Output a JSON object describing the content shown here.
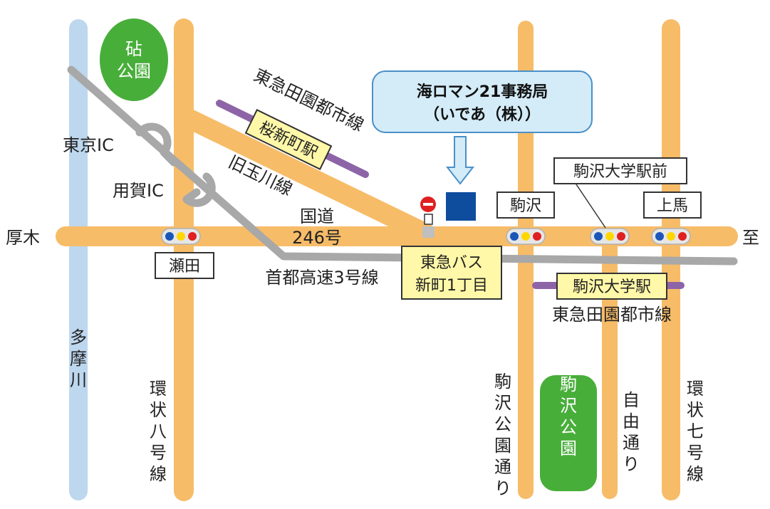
{
  "colors": {
    "road": "#F7BC68",
    "river": "#BDD7EE",
    "expressway": "#A8A8A8",
    "railway": "#8E64A8",
    "park": "#48AE3A",
    "office_marker": "#0E4C9E",
    "callout_fill": "#D4ECF8",
    "callout_stroke": "#4A90C8",
    "label_highlight": "#FFF8A8"
  },
  "parks": {
    "kinuta": [
      "砧",
      "公園"
    ],
    "komazawa": "駒沢公園"
  },
  "office_callout": {
    "line1": "海ロマン21事務局",
    "line2": "（いであ（株））"
  },
  "places": {
    "tokyo_ic": "東京IC",
    "yoga_ic": "用賀IC",
    "atsugi": "厚木",
    "to": "至",
    "seta": "瀬田",
    "komazawa": "駒沢",
    "komazawa_daigaku_ekimae": "駒沢大学駅前",
    "kamiuma": "上馬"
  },
  "roads": {
    "kokudo_line1": "国道",
    "kokudo_line2": "246号",
    "old_tamagawa": "旧玉川線",
    "shuto_3": "首都高速3号線",
    "kanjo8": "環状八号線",
    "komazawa_koen_dori": "駒沢公園通り",
    "jiyu_dori": "自由通り",
    "kanjo7": "環状七号線"
  },
  "river": {
    "tama": "多摩川"
  },
  "railway": {
    "line_name_top": "東急田園都市線",
    "line_name_bottom": "東急田園都市線",
    "sakurashinmachi_station": "桜新町駅",
    "komazawa_daigaku_station": "駒沢大学駅"
  },
  "bus_stop": {
    "line1": "東急バス",
    "line2": "新町1丁目"
  },
  "icons": {
    "traffic_light": "traffic-light-icon",
    "no_entry": "no-entry-icon",
    "office": "office-marker-icon"
  }
}
